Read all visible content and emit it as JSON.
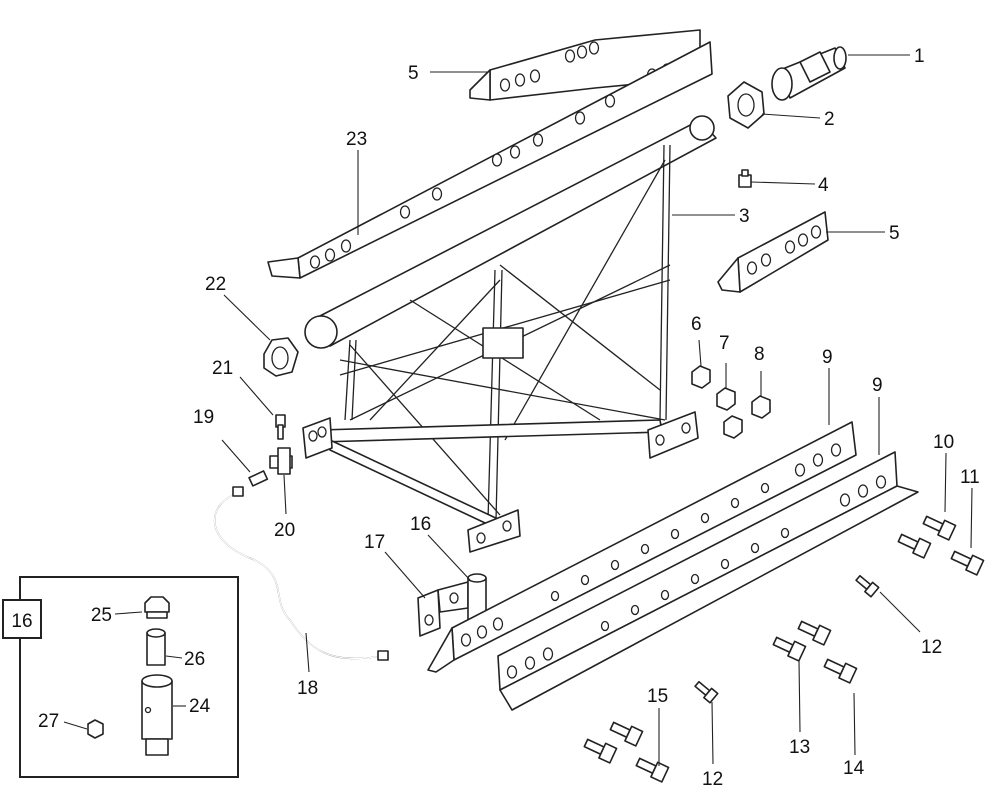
{
  "callouts": [
    "1",
    "2",
    "4",
    "5",
    "5",
    "23",
    "3",
    "22",
    "6",
    "7",
    "8",
    "9",
    "9",
    "21",
    "19",
    "20",
    "16",
    "17",
    "10",
    "11",
    "12",
    "12",
    "13",
    "14",
    "15",
    "18"
  ],
  "inset": {
    "tag": "16",
    "labels": [
      "25",
      "26",
      "24",
      "27"
    ]
  }
}
